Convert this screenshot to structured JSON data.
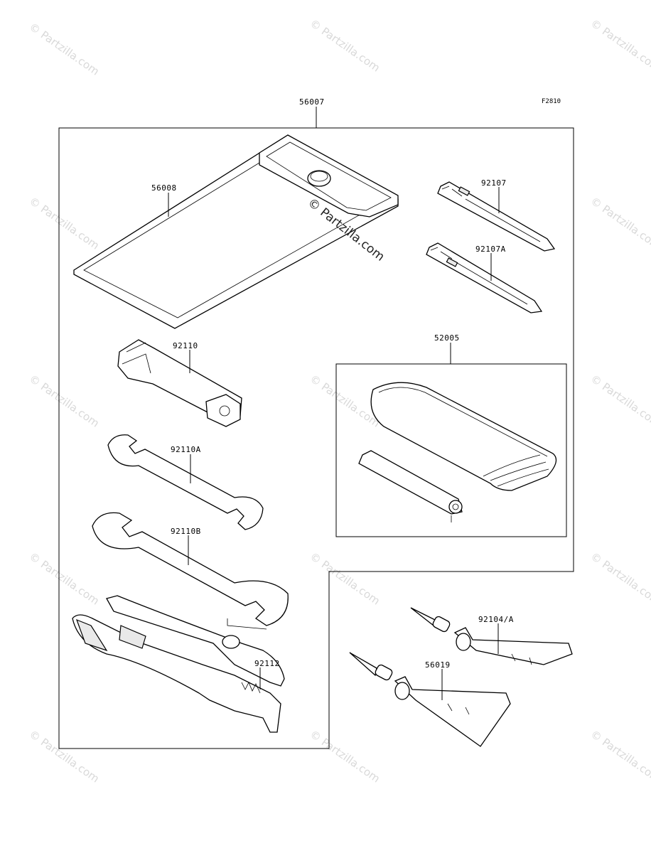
{
  "figure_code": "F2810",
  "parts": {
    "tool_kit": "56007",
    "tool_bag": "56008",
    "screwdriver_1": "92107",
    "screwdriver_2": "92107A",
    "tire_repair_kit": "52005",
    "plug_wrench": "92110",
    "wrench_small": "92110A",
    "wrench_large": "92110B",
    "pliers": "92112",
    "tube_1": "92104/A",
    "tube_2": "56019"
  },
  "watermark": {
    "text": "© Partzilla.com"
  }
}
